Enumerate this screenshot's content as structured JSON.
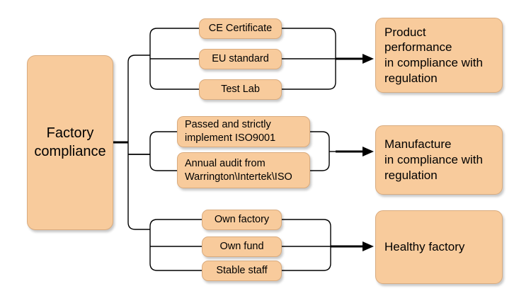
{
  "diagram": {
    "title": "Factory compliance",
    "background_color": "#ffffff",
    "node_fill_color": "#f8cb9c",
    "node_border_color": "#d9ab7e",
    "connector_color": "#000000",
    "root": {
      "label": "Factory\ncompliance"
    },
    "groups": [
      {
        "id": "compliance-certification",
        "items": [
          {
            "label": "CE Certificate"
          },
          {
            "label": "EU standard"
          },
          {
            "label": "Test Lab"
          }
        ],
        "outcome": {
          "label": "Product performance\nin compliance with\nregulation"
        }
      },
      {
        "id": "quality-management",
        "items": [
          {
            "label": "Passed and strictly\nimplement ISO9001"
          },
          {
            "label": "Annual audit from\nWarrington\\Intertek\\ISO"
          }
        ],
        "outcome": {
          "label": "Manufacture\nin compliance with\nregulation"
        }
      },
      {
        "id": "factory-health",
        "items": [
          {
            "label": "Own factory"
          },
          {
            "label": "Own fund"
          },
          {
            "label": "Stable staff"
          }
        ],
        "outcome": {
          "label": "Healthy factory"
        }
      }
    ]
  }
}
